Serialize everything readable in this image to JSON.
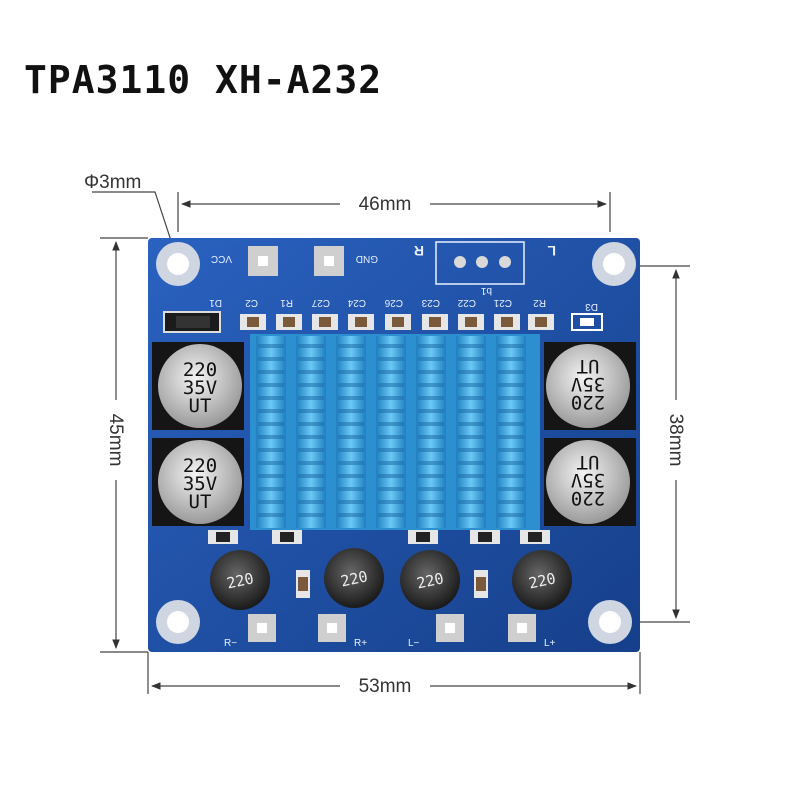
{
  "title": "TPA3110 XH-A232",
  "dimensions": {
    "hole_diameter": "Φ3mm",
    "hole_spacing_width": "46mm",
    "board_width": "53mm",
    "board_height": "45mm",
    "hole_spacing_height": "38mm"
  },
  "silkscreen": {
    "vcc": "VCC",
    "gnd": "GND",
    "right_channel": "R",
    "left_channel": "L",
    "out_r_minus": "R−",
    "out_r_plus": "R+",
    "out_l_minus": "L−",
    "out_l_plus": "L+",
    "diode1": "D1",
    "diode3": "D3",
    "b1": "b1",
    "parts": [
      "C2",
      "R1",
      "C27",
      "C24",
      "C26",
      "C23",
      "C22",
      "C21",
      "R2"
    ]
  },
  "capacitor": {
    "value": "220",
    "voltage": "35V",
    "series": "UT"
  },
  "inductor": {
    "value": "220"
  },
  "colors": {
    "board": "#1d4fa8",
    "heatsink": "#3aa8e0",
    "pad": "#c9c9c9"
  }
}
